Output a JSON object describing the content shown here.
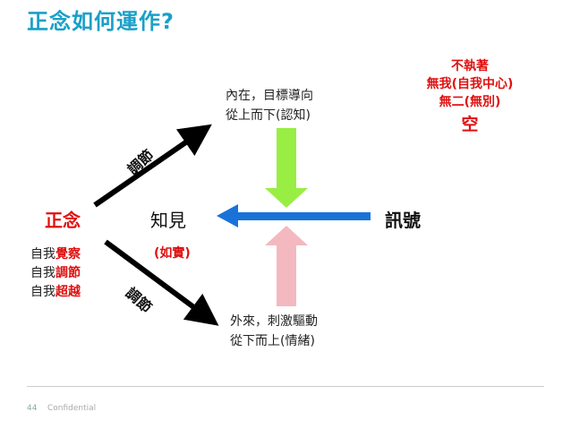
{
  "title": "正念如何運作?",
  "top_right": {
    "line1": "不執著",
    "line2": "無我(自我中心)",
    "line3": "無二(無別)",
    "line4": "空"
  },
  "left": {
    "main": "正念",
    "items": [
      "自我",
      "自我",
      "自我"
    ],
    "highlights": [
      "覺察",
      "調節",
      "超越"
    ]
  },
  "center": {
    "knowing": "知見",
    "as_is": "(如實)"
  },
  "right": {
    "signal": "訊號"
  },
  "inner": {
    "line1": "內在，目標導向",
    "line2": "從上而下(認知)"
  },
  "outer": {
    "line1": "外來，刺激驅動",
    "line2": "從下而上(情緒)"
  },
  "arrows": {
    "regulate_up": "調節",
    "regulate_down": "調節"
  },
  "colors": {
    "title": "#1aa0c8",
    "highlight": "#e01010",
    "horizontal_arrow": "#1a72d8",
    "down_arrow": "#99ee44",
    "up_arrow": "#f4b8c0",
    "diagonal_arrow": "#000000"
  },
  "footer": {
    "page_number": "44",
    "label": "Confidential"
  }
}
